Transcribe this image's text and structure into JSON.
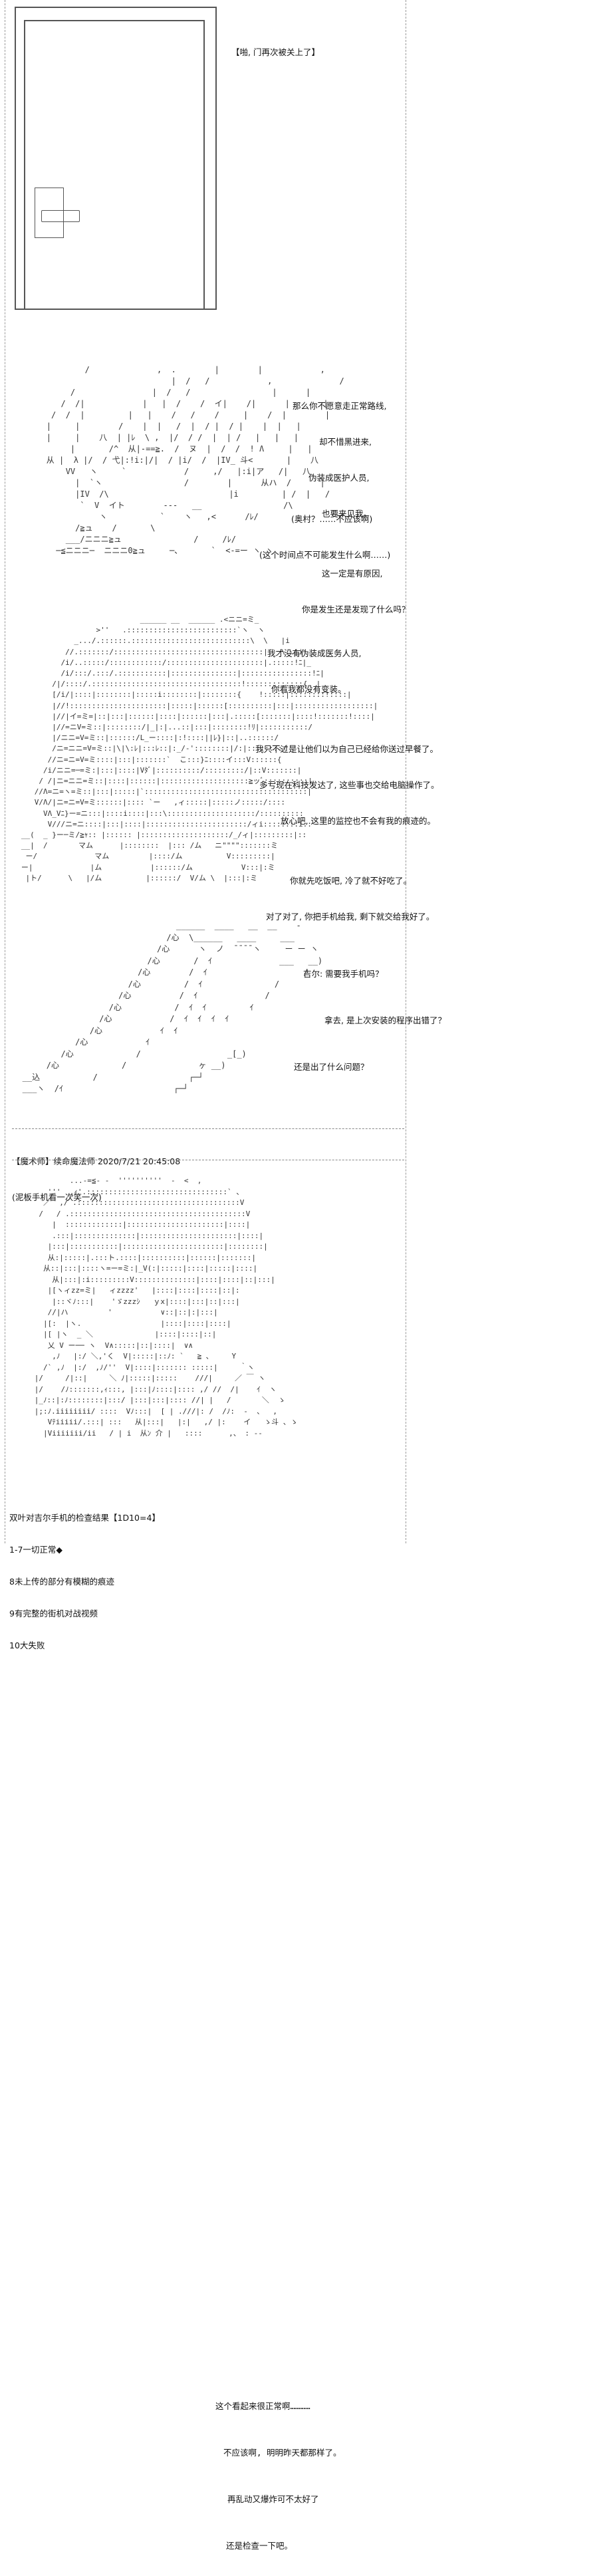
{
  "scene1": {
    "caption": "【啪, 门再次被关上了】"
  },
  "scene2": {
    "lines": [
      "那么你不愿意走正常路线,",
      "却不惜黑进来,",
      "伪装成医护人员,",
      "也要来见我。",
      "",
      "这一定是有原因,",
      "你是发生还是发现了什么吗？"
    ],
    "thought": [
      "(奥村？……不应该啊)",
      "(这个时间点不可能发生什么啊……)"
    ]
  },
  "scene3": {
    "lines": [
      "我才没有伪装成医务人员,",
      "你看我都没有变装。",
      "",
      "我只不过是让他们以为自己已经给你送过早餐了。",
      "多亏现在科技发达了, 这些事也交给电脑操作了。",
      "放心吧, 这里的监控也不会有我的痕迹的。",
      "",
      "你就先吃饭吧, 冷了就不好吃了。",
      "对了对了, 你把手机给我, 剩下就交给我好了。"
    ]
  },
  "scene4": {
    "lines": [
      "吉尔: 需要我手机吗？",
      "拿去, 是上次安装的程序出错了？",
      "还是出了什么问题？"
    ]
  },
  "post": {
    "header": "【魔术师】续命魔法师 2020/7/21 20:45:08",
    "body": "(泥板手机看一次笑一次)"
  },
  "scene5": {
    "lines": [
      "这个看起来很正常啊…………",
      "不应该啊, 明明昨天都那样了。",
      "再乱动又爆炸可不太好了",
      "还是检查一下吧。"
    ]
  },
  "check": {
    "title": "双叶对吉尔手机的检查结果【1D10=4】",
    "items": [
      "1-7一切正常◆",
      "8未上传的部分有模糊的痕迹",
      "9有完整的街机对战视频",
      "10大失败"
    ]
  }
}
